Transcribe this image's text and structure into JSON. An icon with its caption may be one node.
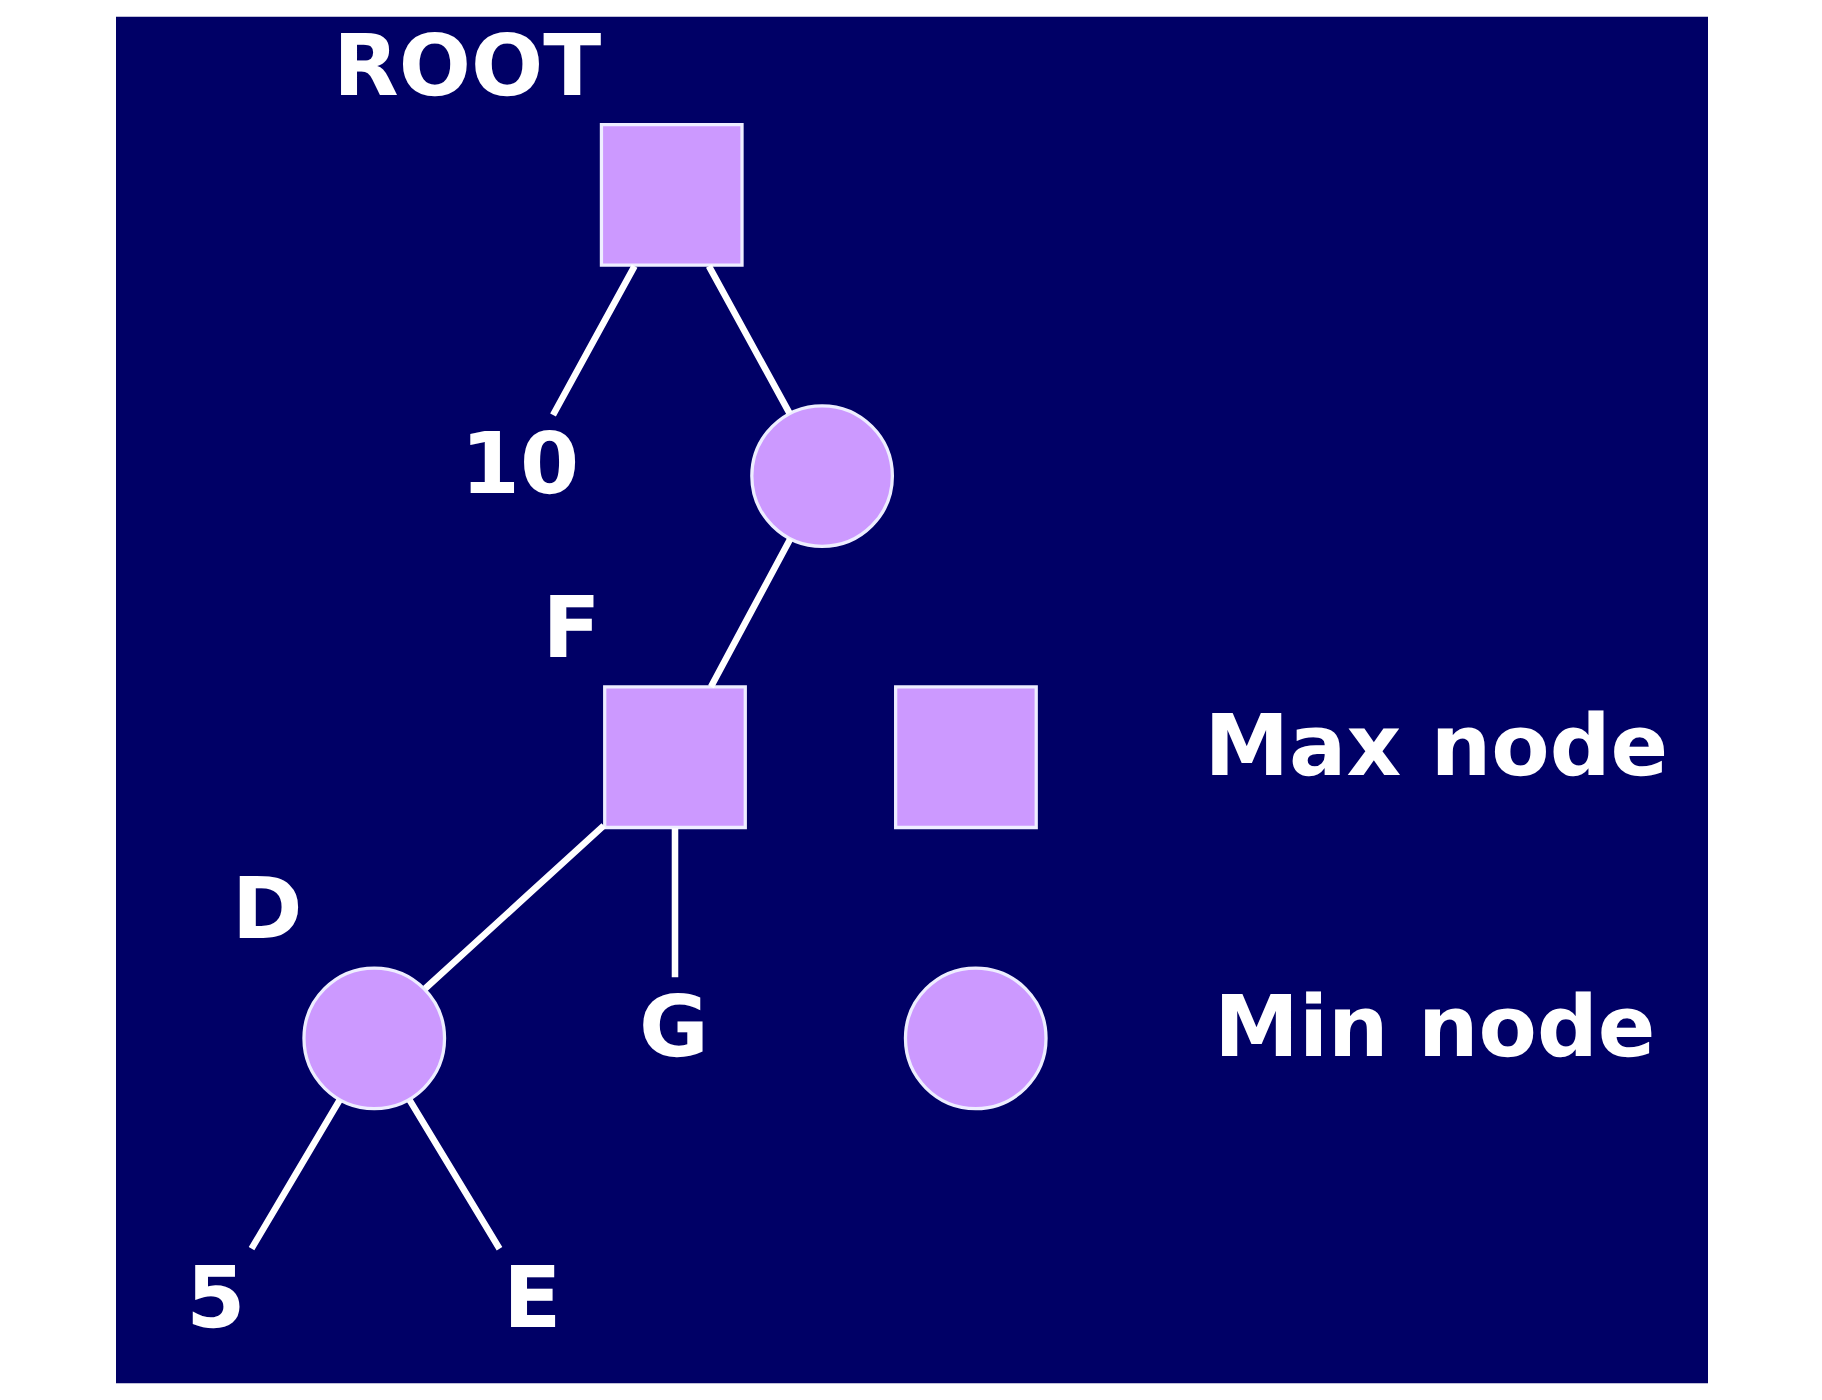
{
  "diagram": {
    "nodes": [
      {
        "text": [],
        "shape": "box",
        "beside": [
          "ROOT"
        ]
      },
      {
        "text": [
          "10"
        ]
      },
      {
        "text": [],
        "shape": "circle"
      },
      {
        "text": [],
        "shape": "box",
        "beside": [
          "F"
        ]
      },
      {
        "text": [],
        "shape": "circle",
        "beside": [
          "D"
        ]
      },
      {
        "text": [
          "G"
        ]
      },
      {
        "text": [
          "5"
        ]
      },
      {
        "text": [
          "E"
        ]
      },
      {
        "text": [],
        "shape": "box"
      },
      {
        "text": [],
        "shape": "circle"
      }
    ],
    "edges": [
      {
        "from": 0,
        "to": 1,
        "arrow": "none"
      },
      {
        "from": 0,
        "to": 2,
        "arrow": "none"
      },
      {
        "from": 2,
        "to": 3,
        "arrow": "none"
      },
      {
        "from": 3,
        "to": 4,
        "arrow": "none"
      },
      {
        "from": 3,
        "to": 5,
        "arrow": "none"
      },
      {
        "from": 4,
        "to": 6,
        "arrow": "none"
      },
      {
        "from": 4,
        "to": 7,
        "arrow": "none"
      }
    ],
    "legend": [
      {
        "text": "Max node"
      },
      {
        "text": "Min node"
      }
    ]
  }
}
